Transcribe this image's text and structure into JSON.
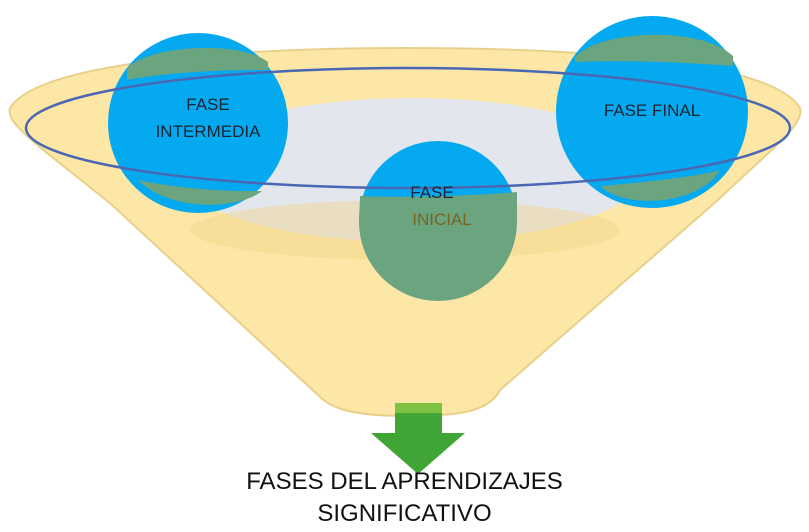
{
  "colors": {
    "funnel_fill": "#fde7a6",
    "funnel_stroke": "#e9d08a",
    "rim_ellipse_stroke": "#4a67b3",
    "inner_fill": "#e3e6f1",
    "circle_fill": "#05a9ef",
    "circle_overlap_fill": "#6aa57f",
    "arrow_fill": "#3fa535",
    "arrow_top_fill": "#7dc242",
    "inicial_text_color": "#7a6420"
  },
  "circles": {
    "intermedia": {
      "line1": "FASE",
      "line2": "INTERMEDIA"
    },
    "inicial": {
      "line1": "FASE",
      "line2": "INICIAL"
    },
    "final": {
      "line1": "FASE FINAL"
    }
  },
  "caption": {
    "line1": "FASES DEL APRENDIZAJES",
    "line2": "SIGNIFICATIVO"
  }
}
